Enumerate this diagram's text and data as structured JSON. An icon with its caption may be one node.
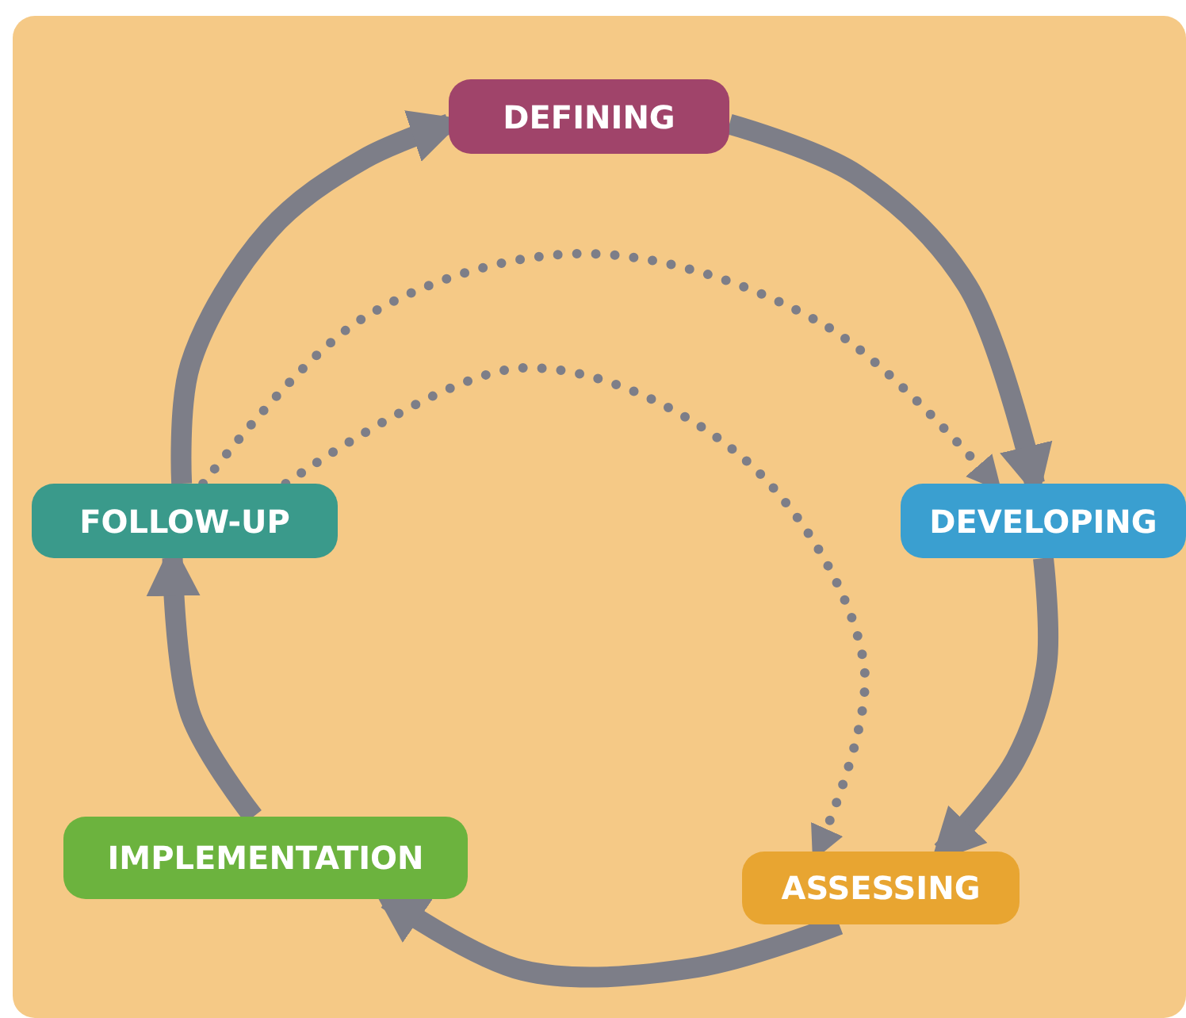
{
  "diagram": {
    "nodes": [
      {
        "text": [
          "DEFINING"
        ]
      },
      {
        "text": [
          "DEVELOPING"
        ]
      },
      {
        "text": [
          "ASSESSING"
        ]
      },
      {
        "text": [
          "IMPLEMENTATION"
        ]
      },
      {
        "text": [
          "FOLLOW-UP"
        ]
      }
    ],
    "edges": [
      {
        "from": 4,
        "to": 0,
        "arrow": "to"
      },
      {
        "from": 0,
        "to": 1,
        "arrow": "to"
      },
      {
        "from": 1,
        "to": 2,
        "arrow": "to"
      },
      {
        "from": 2,
        "to": 3,
        "arrow": "to"
      },
      {
        "from": 3,
        "to": 4,
        "arrow": "to"
      },
      {
        "from": 4,
        "to": 1,
        "arrow": "to",
        "style": "dashed"
      },
      {
        "from": 4,
        "to": 2,
        "arrow": "to",
        "style": "dashed"
      }
    ]
  }
}
